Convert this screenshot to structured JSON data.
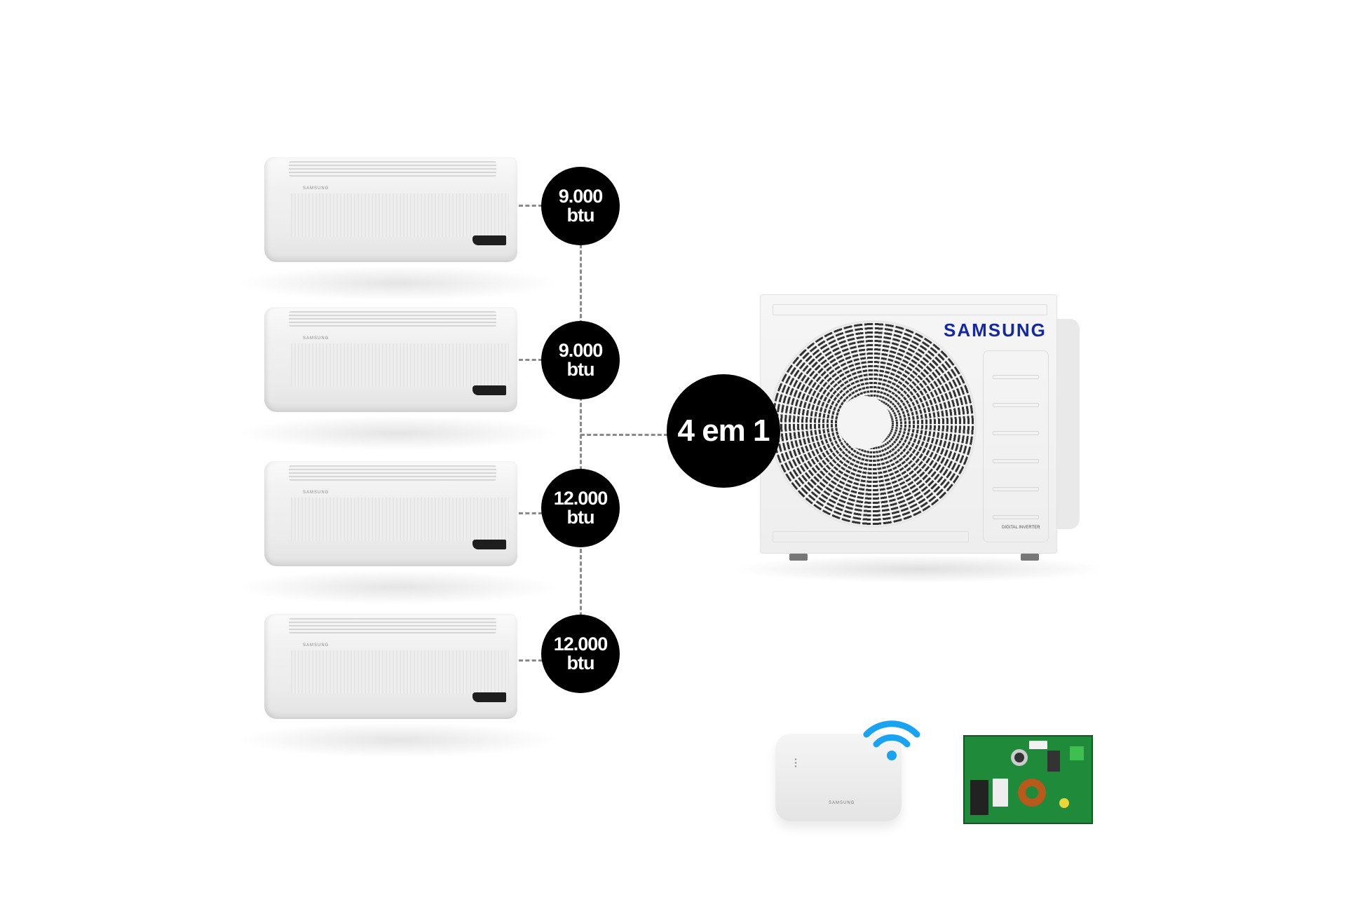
{
  "indoor_units": [
    {
      "capacity": "9.000",
      "unit": "btu",
      "brand": "SAMSUNG"
    },
    {
      "capacity": "9.000",
      "unit": "btu",
      "brand": "SAMSUNG"
    },
    {
      "capacity": "12.000",
      "unit": "btu",
      "brand": "SAMSUNG"
    },
    {
      "capacity": "12.000",
      "unit": "btu",
      "brand": "SAMSUNG"
    }
  ],
  "system_badge": "4 em 1",
  "outdoor_unit": {
    "brand": "SAMSUNG",
    "label": "DIGITAL INVERTER"
  },
  "wifi_hub": {
    "brand": "SAMSUNG"
  },
  "colors": {
    "brand_blue": "#1428a0",
    "wifi_blue": "#1aa3f0",
    "badge": "#000000"
  }
}
